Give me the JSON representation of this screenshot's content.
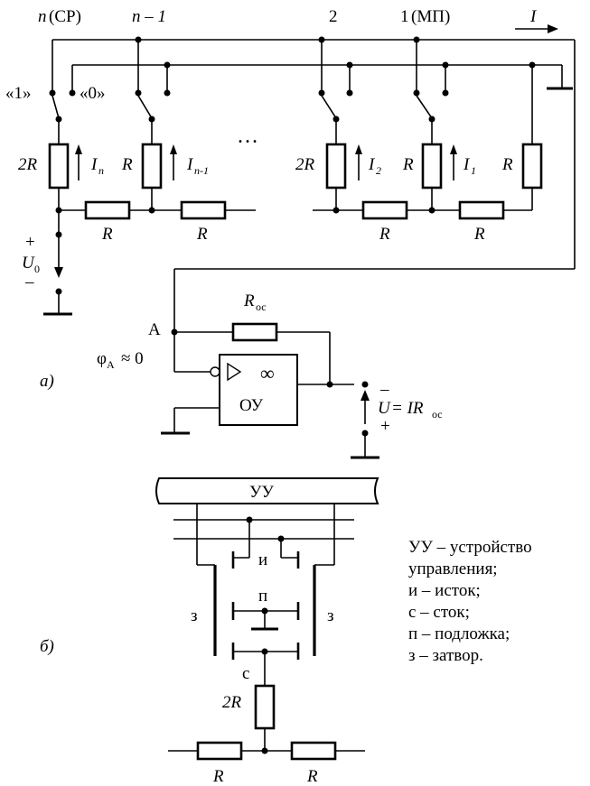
{
  "top_labels": {
    "n_cp_n": "n",
    "n_cp_rest": "(СР)",
    "n_minus_1": "n – 1",
    "two": "2",
    "one_mp_1": "1",
    "one_mp_rest": "(МП)",
    "current_I": "I"
  },
  "switch_labels": {
    "one": "«1»",
    "zero": "«0»"
  },
  "ladder_labels": {
    "r2_first": "2R",
    "i_n": "I",
    "i_n_sub": "n",
    "r_second": "R",
    "i_n1": "I",
    "i_n1_sub": "n-1",
    "ellipsis": "…",
    "r2_third": "2R",
    "i_2": "I",
    "i_2_sub": "2",
    "r_fourth": "R",
    "i_1": "I",
    "i_1_sub": "1",
    "r_terminal": "R",
    "r_horiz_1": "R",
    "r_horiz_2": "R",
    "r_horiz_3": "R",
    "r_horiz_4": "R",
    "u0_plus": "+",
    "u0": "U",
    "u0_sub": "0",
    "u0_minus": "–"
  },
  "opamp_labels": {
    "node_a": "A",
    "rfb": "R",
    "rfb_sub": "ос",
    "phi": "φ",
    "phi_sub": "А",
    "phi_rest": "≈ 0",
    "infinity": "∞",
    "ou": "ОУ",
    "out_minus": "–",
    "out_u": "U",
    "out_eq": "= IR",
    "out_sub": "ос",
    "out_plus": "+",
    "part_a": "а)"
  },
  "transistor_labels": {
    "uu": "УУ",
    "source": "и",
    "substrate": "п",
    "gate_left": "з",
    "gate_right": "з",
    "drain": "с",
    "r2": "2R",
    "r_left": "R",
    "r_right": "R",
    "part_b": "б)"
  },
  "legend": [
    "УУ – устройство",
    "управления;",
    "и – исток;",
    "с – сток;",
    "п – подложка;",
    "з – затвор."
  ]
}
